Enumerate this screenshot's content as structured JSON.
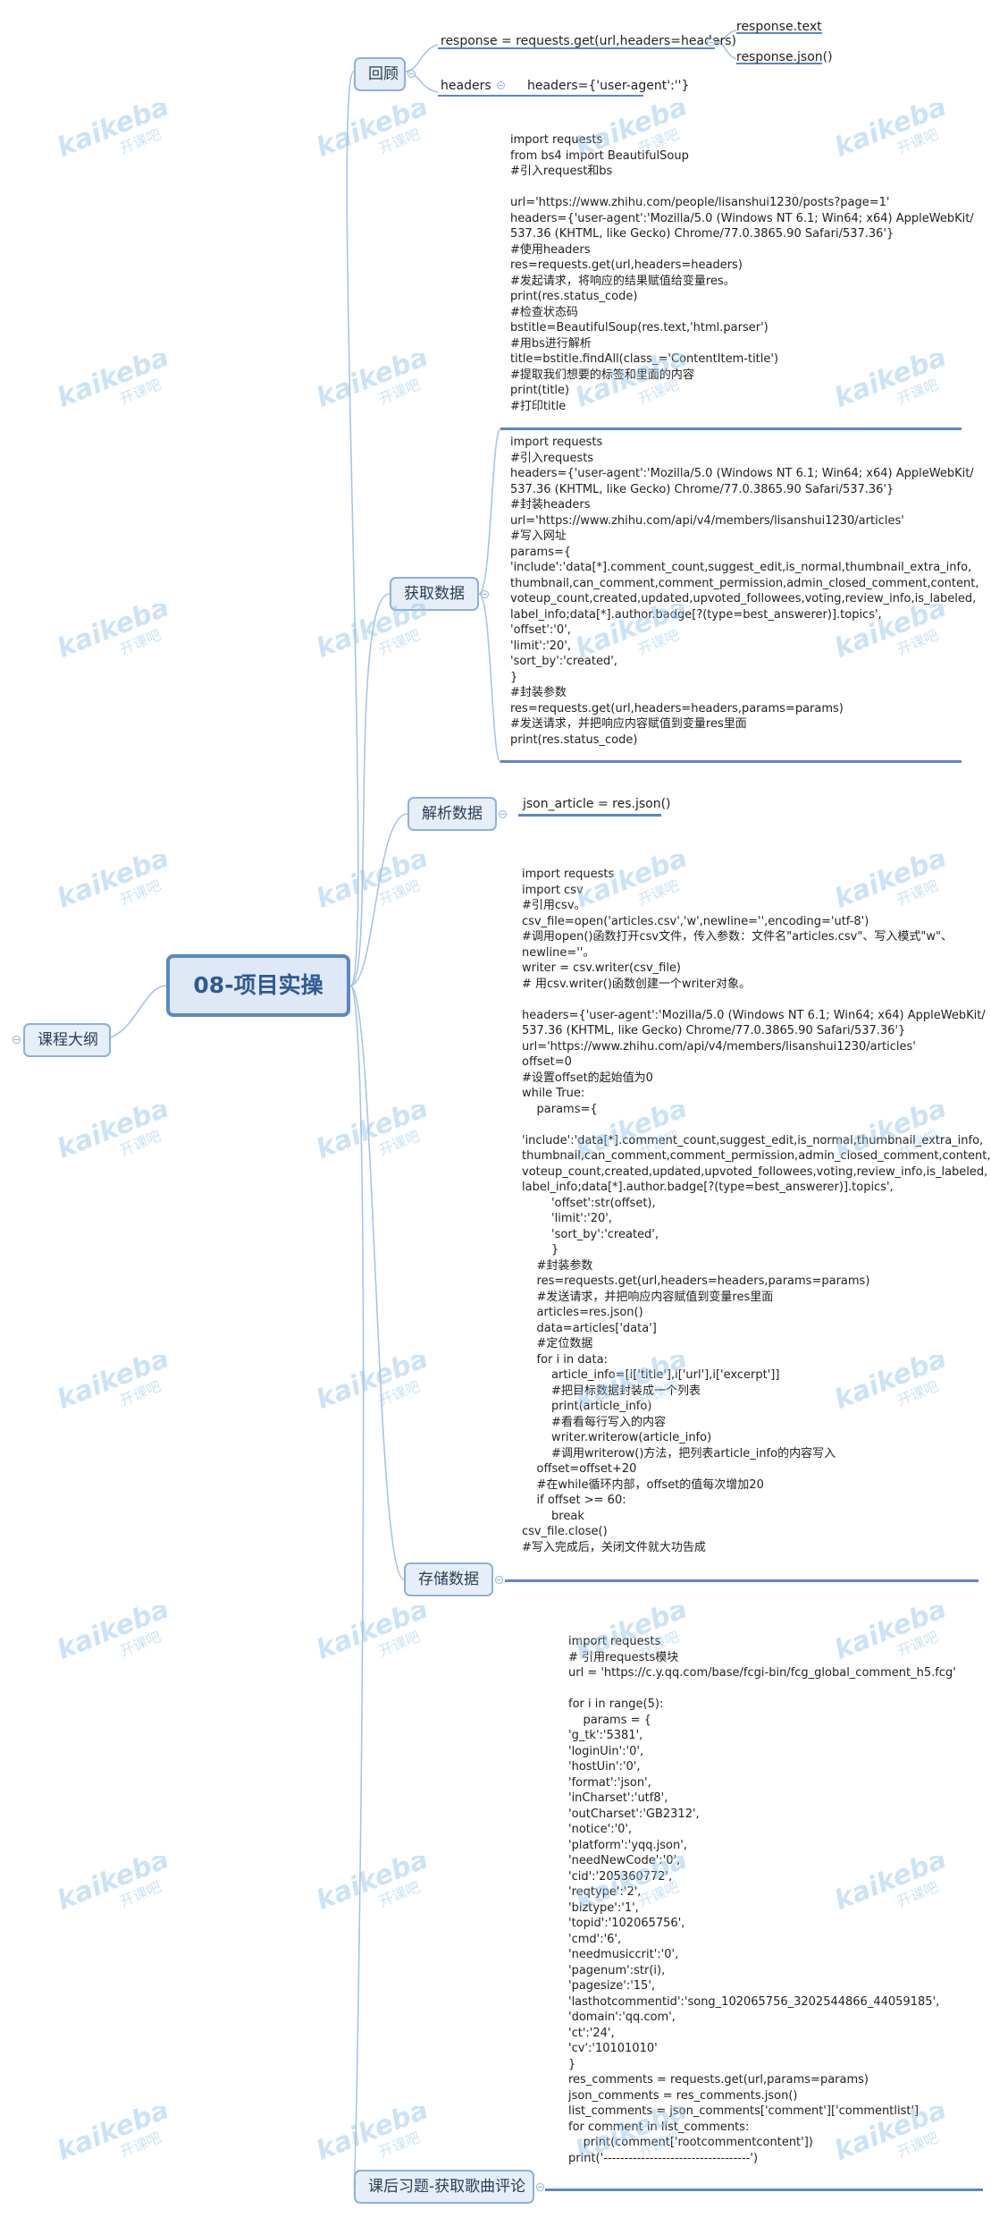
{
  "root": {
    "label": "08-项目实操"
  },
  "outline": {
    "label": "课程大纲"
  },
  "branches": {
    "review": {
      "label": "回顾",
      "response_line": "response = requests.get(url,headers=headers)",
      "response_text": "response.text",
      "response_json": "response.json()",
      "headers_label": "headers",
      "headers_value": "headers={'user-agent':''}"
    },
    "fetch": {
      "label": "获取数据"
    },
    "parse": {
      "label": "解析数据",
      "json_article": "json_article = res.json()"
    },
    "store": {
      "label": "存储数据"
    },
    "homework": {
      "label": "课后习题-获取歌曲评论"
    }
  },
  "code_blocks": {
    "fetch_bs4": "import requests\nfrom bs4 import BeautifulSoup\n#引入request和bs\n\nurl='https://www.zhihu.com/people/lisanshui1230/posts?page=1'\nheaders={'user-agent':'Mozilla/5.0 (Windows NT 6.1; Win64; x64) AppleWebKit/\n537.36 (KHTML, like Gecko) Chrome/77.0.3865.90 Safari/537.36'}\n#使用headers\nres=requests.get(url,headers=headers)\n#发起请求，将响应的结果赋值给变量res。\nprint(res.status_code)\n#检查状态码\nbstitle=BeautifulSoup(res.text,'html.parser')\n#用bs进行解析\ntitle=bstitle.findAll(class_='ContentItem-title')\n#提取我们想要的标签和里面的内容\nprint(title)\n#打印title",
    "fetch_api": "import requests\n#引入requests\nheaders={'user-agent':'Mozilla/5.0 (Windows NT 6.1; Win64; x64) AppleWebKit/\n537.36 (KHTML, like Gecko) Chrome/77.0.3865.90 Safari/537.36'}\n#封装headers\nurl='https://www.zhihu.com/api/v4/members/lisanshui1230/articles'\n#写入网址\nparams={\n'include':'data[*].comment_count,suggest_edit,is_normal,thumbnail_extra_info,\nthumbnail,can_comment,comment_permission,admin_closed_comment,content,\nvoteup_count,created,updated,upvoted_followees,voting,review_info,is_labeled,\nlabel_info;data[*].author.badge[?(type=best_answerer)].topics',\n'offset':'0',\n'limit':'20',\n'sort_by':'created',\n}\n#封装参数\nres=requests.get(url,headers=headers,params=params)\n#发送请求，并把响应内容赋值到变量res里面\nprint(res.status_code)",
    "store_csv": "import requests\nimport csv\n#引用csv。\ncsv_file=open('articles.csv','w',newline='',encoding='utf-8')\n#调用open()函数打开csv文件，传入参数：文件名\"articles.csv\"、写入模式\"w\"、\nnewline=''。\nwriter = csv.writer(csv_file)\n# 用csv.writer()函数创建一个writer对象。\n\nheaders={'user-agent':'Mozilla/5.0 (Windows NT 6.1; Win64; x64) AppleWebKit/\n537.36 (KHTML, like Gecko) Chrome/77.0.3865.90 Safari/537.36'}\nurl='https://www.zhihu.com/api/v4/members/lisanshui1230/articles'\noffset=0\n#设置offset的起始值为0\nwhile True:\n    params={\n\n'include':'data[*].comment_count,suggest_edit,is_normal,thumbnail_extra_info,\nthumbnail,can_comment,comment_permission,admin_closed_comment,content,\nvoteup_count,created,updated,upvoted_followees,voting,review_info,is_labeled,\nlabel_info;data[*].author.badge[?(type=best_answerer)].topics',\n        'offset':str(offset),\n        'limit':'20',\n        'sort_by':'created',\n        }\n    #封装参数\n    res=requests.get(url,headers=headers,params=params)\n    #发送请求，并把响应内容赋值到变量res里面\n    articles=res.json()\n    data=articles['data']\n    #定位数据\n    for i in data:\n        article_info=[i['title'],i['url'],i['excerpt']]\n        #把目标数据封装成一个列表\n        print(article_info)\n        #看看每行写入的内容\n        writer.writerow(article_info)\n        #调用writerow()方法，把列表article_info的内容写入\n    offset=offset+20\n    #在while循环内部，offset的值每次增加20\n    if offset >= 60:\n        break\ncsv_file.close()\n#写入完成后，关闭文件就大功告成",
    "homework_qq": "import requests\n# 引用requests模块\nurl = 'https://c.y.qq.com/base/fcgi-bin/fcg_global_comment_h5.fcg'\n\nfor i in range(5):\n    params = {\n'g_tk':'5381',\n'loginUin':'0',\n'hostUin':'0',\n'format':'json',\n'inCharset':'utf8',\n'outCharset':'GB2312',\n'notice':'0',\n'platform':'yqq.json',\n'needNewCode':'0',\n'cid':'205360772',\n'reqtype':'2',\n'biztype':'1',\n'topid':'102065756',\n'cmd':'6',\n'needmusiccrit':'0',\n'pagenum':str(i),\n'pagesize':'15',\n'lasthotcommentid':'song_102065756_3202544866_44059185',\n'domain':'qq.com',\n'ct':'24',\n'cv':'10101010'\n}\nres_comments = requests.get(url,params=params)\njson_comments = res_comments.json()\nlist_comments = json_comments['comment']['commentlist']\nfor comment in list_comments:\n    print(comment['rootcommentcontent'])\nprint('-----------------------------------')"
  },
  "watermark": {
    "brand": "kaikeba",
    "tagline": "开课吧",
    "color": "#8fc3ec"
  },
  "colors": {
    "connector": "#a9c4e6",
    "accent": "#5b87c5",
    "node_fill": "#e6eef8"
  }
}
